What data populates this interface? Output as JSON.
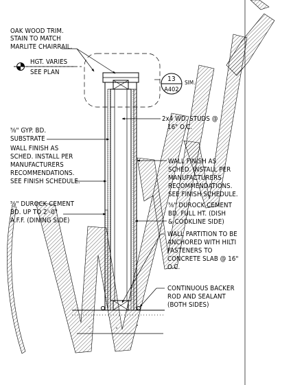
{
  "notes": {
    "oak_trim": [
      "OAK WOOD TRIM.",
      "STAIN TO MATCH",
      "MARLITE CHAIRRAIL."
    ],
    "hgt_varies": "HGT. VARIES",
    "see_plan": "SEE PLAN",
    "section_number": "13",
    "section_sheet": "A402",
    "section_sim": "SIM.",
    "studs": [
      "2x4 WD. STUDS @",
      "16\" O.C."
    ],
    "gyp": [
      "⅝\" GYP. BD.",
      "SUBSTRATE"
    ],
    "wall_finish_left": [
      "WALL FINISH AS",
      "SCHED. INSTALL PER",
      "MANUFACTURERS",
      "RECOMMENDATIONS.",
      "SEE FINISH SCHEDULE."
    ],
    "wall_finish_right": [
      "WALL FINISH AS",
      "SCHED. INSTALL PER",
      "MANUFACTURERS",
      "RECOMMENDATIONS.",
      "SEE FINISH SCHEDULE."
    ],
    "durock_left": [
      "⅝\" DUROCK CEMENT",
      "BD. UP TO 2'-0\"",
      "A.F.F. (DINING SIDE)"
    ],
    "durock_right": [
      "⅝\" DUROCK CEMENT",
      "BD. FULL HT. (DISH",
      "& COOKLINE SIDE)"
    ],
    "anchor": [
      "WALL PARTITION TO BE",
      "ANCHORED WITH HILTI",
      "FASTENERS TO",
      "CONCRETE SLAB @ 16\"",
      "O.C."
    ],
    "backer": [
      "CONTINUOUS BACKER",
      "ROD AND SEALANT",
      "(BOTH SIDES)"
    ]
  }
}
